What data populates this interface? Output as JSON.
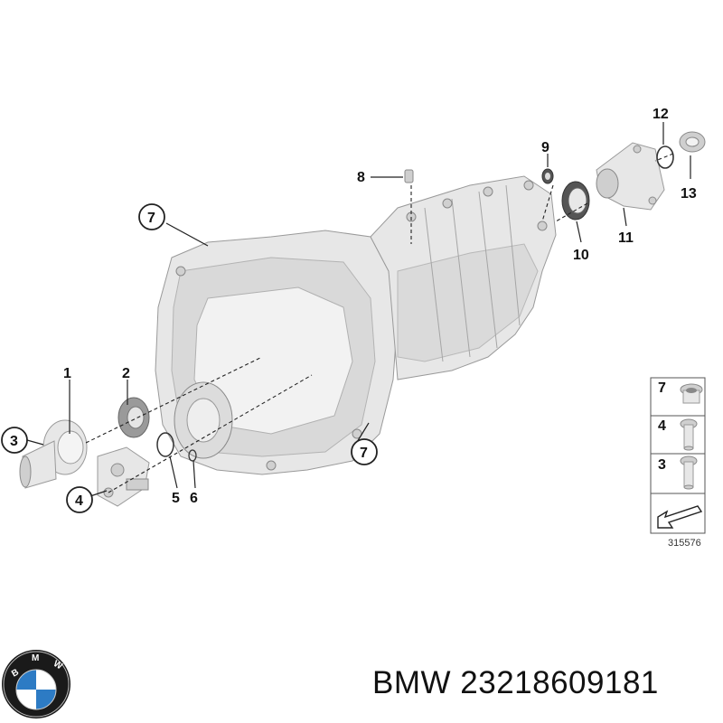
{
  "callouts": {
    "c1": "1",
    "c2": "2",
    "c3": "3",
    "c4": "4",
    "c5": "5",
    "c6": "6",
    "c7a": "7",
    "c7b": "7",
    "c8": "8",
    "c9": "9",
    "c10": "10",
    "c11": "11",
    "c12": "12",
    "c13": "13"
  },
  "legend": {
    "rows": [
      {
        "label": "7",
        "icon": "screw-plug-icon"
      },
      {
        "label": "4",
        "icon": "hex-bolt-icon"
      },
      {
        "label": "3",
        "icon": "socket-bolt-icon"
      }
    ],
    "arrow_icon": "direction-arrow-icon"
  },
  "diagram_number": "315576",
  "footer": {
    "brand_logo": "bmw-roundel-logo",
    "logo_text": "BMW",
    "part_number": "BMW 23218609181"
  },
  "colors": {
    "part_fill": "#e7e7e7",
    "line": "#222222",
    "bmw_blue": "#2d7bc4",
    "bmw_black": "#1a1a1a"
  }
}
